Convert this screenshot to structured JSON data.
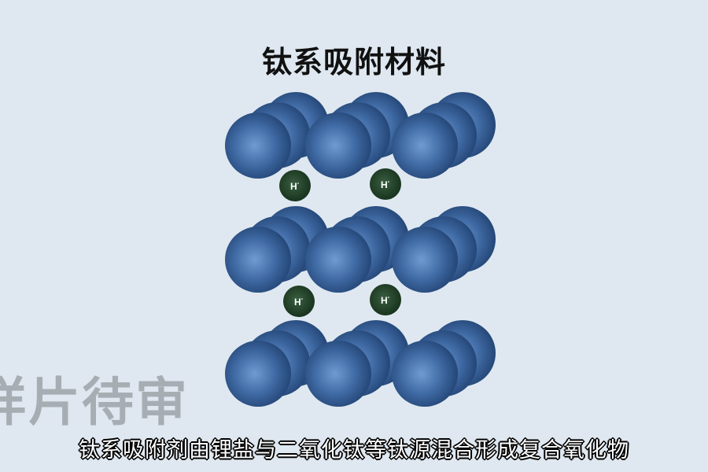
{
  "title": "钛系吸附材料",
  "diagram": {
    "layer_atom_color": "#3d67a0",
    "ion_color": "#22412a",
    "ion_label": "H",
    "ion_charge": "-",
    "layers": 3,
    "ion_count": 4
  },
  "watermark": "样片待审",
  "subtitle": "钛系吸附剂由锂盐与二氧化钛等钛源混合形成复合氧化物"
}
